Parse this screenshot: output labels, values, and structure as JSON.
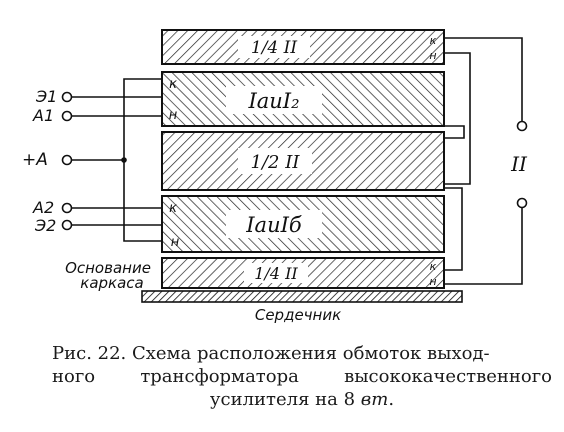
{
  "windings": {
    "w1": {
      "label": "1/4 II",
      "k": "к",
      "n": "н"
    },
    "w2": {
      "label": "IaиI₂",
      "k": "к",
      "n": "н"
    },
    "w3": {
      "label": "1/2 II"
    },
    "w4": {
      "label": "IaиIб",
      "k": "к",
      "n": "н"
    },
    "w5": {
      "label": "1/4 II",
      "k": "к",
      "n": "н"
    }
  },
  "terminals": {
    "e1": "Э1",
    "a1": "A1",
    "plus_a": "+A",
    "a2": "A2",
    "e2": "Э2"
  },
  "secondary_label": "II",
  "base_label_1": "Основание",
  "base_label_2": "каркаса",
  "core_label": "Сердечник",
  "caption": {
    "line1": "Рис. 22. Схема расположения обмоток выход-",
    "line2": "ного трансформатора высококачественного",
    "line3_prefix": "усилителя на 8 ",
    "line3_unit": "вт",
    "line3_suffix": "."
  },
  "colors": {
    "ink": "#111111",
    "paper": "#ffffff"
  }
}
